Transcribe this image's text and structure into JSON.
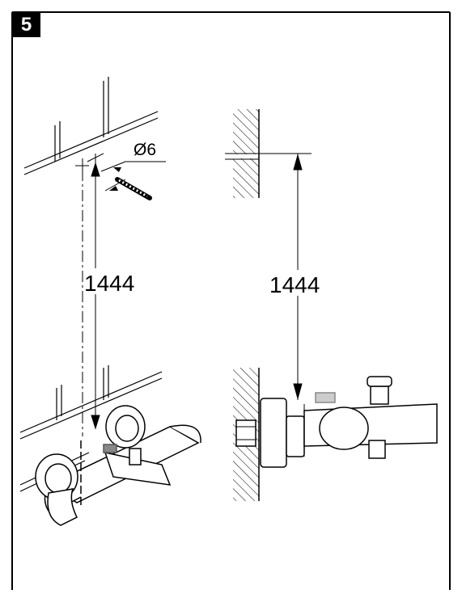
{
  "step": {
    "number": "5"
  },
  "left_view": {
    "drill_label": "Ø6",
    "height_label": "1444"
  },
  "right_view": {
    "height_label": "1444"
  },
  "colors": {
    "line": "#000000",
    "background": "#ffffff",
    "badge": "#000000",
    "badge_text": "#ffffff",
    "highlight": "#888888"
  }
}
